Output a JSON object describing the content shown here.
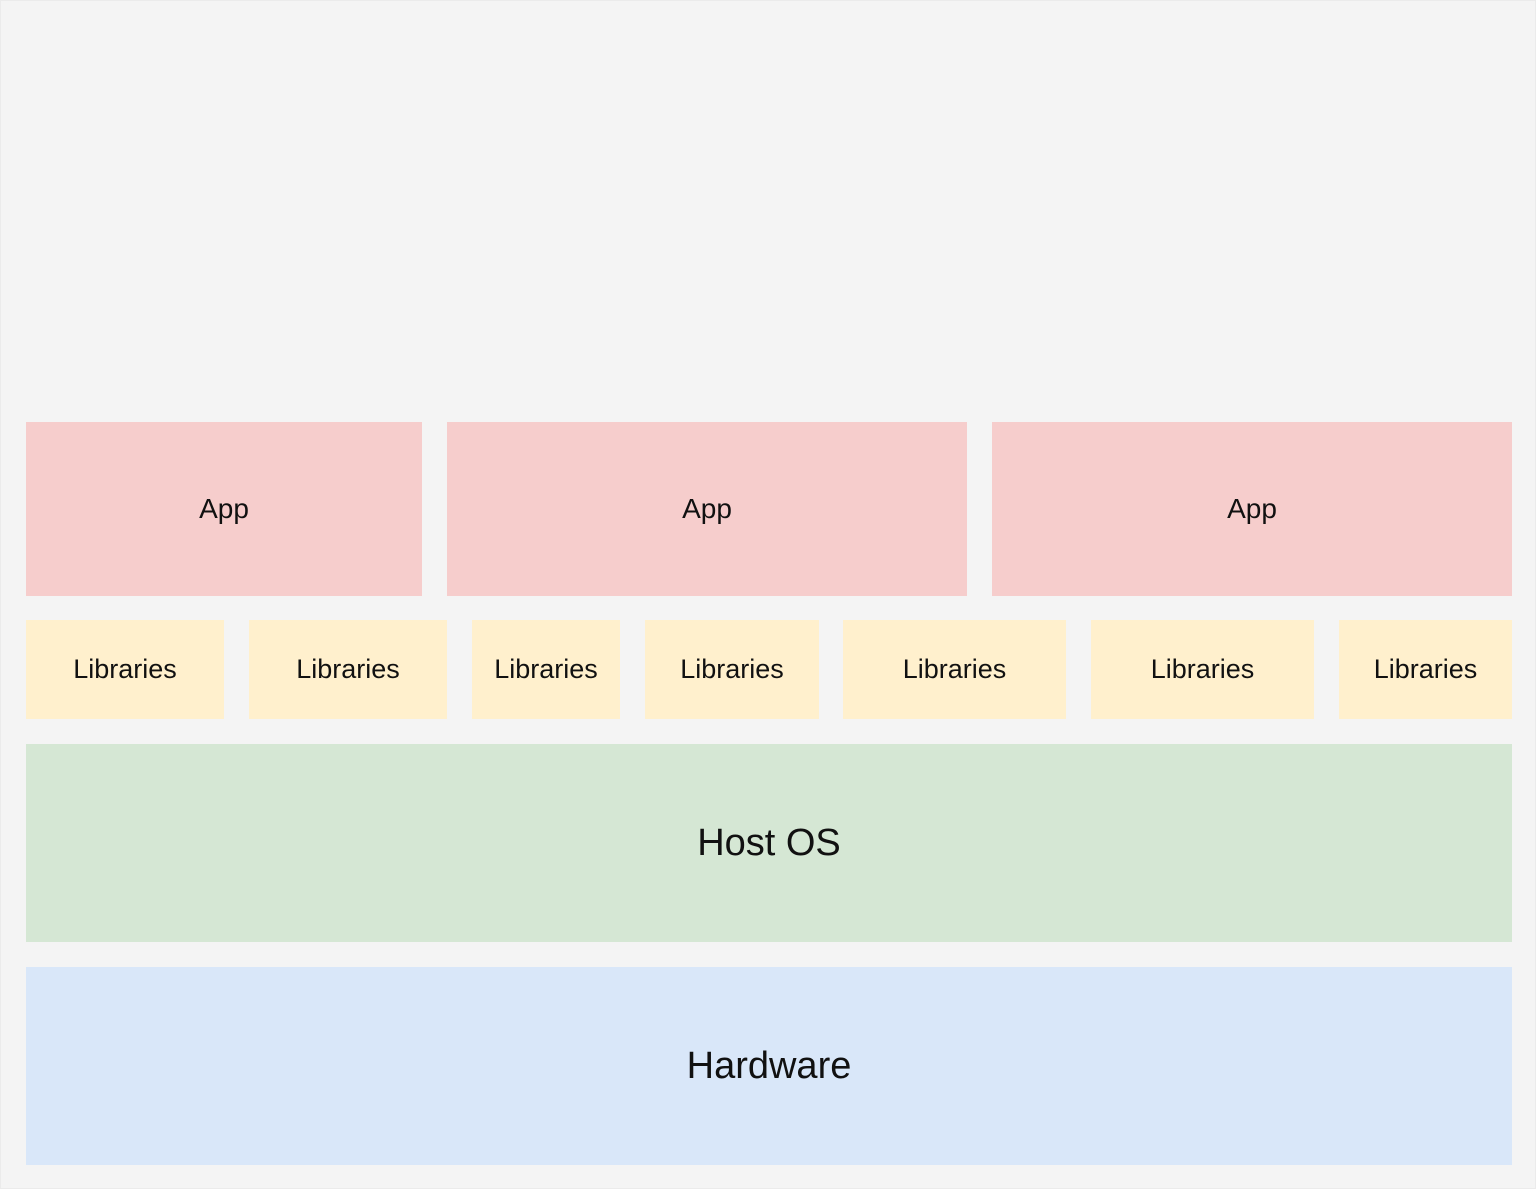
{
  "diagram": {
    "type": "layered-architecture",
    "colors": {
      "background": "#f4f4f4",
      "app": "#f6cdcc",
      "libraries": "#fff0cd",
      "host_os": "#d5e7d4",
      "hardware": "#d9e7f9"
    },
    "apps": [
      {
        "label": "App"
      },
      {
        "label": "App"
      },
      {
        "label": "App"
      }
    ],
    "libraries": [
      {
        "label": "Libraries"
      },
      {
        "label": "Libraries"
      },
      {
        "label": "Libraries"
      },
      {
        "label": "Libraries"
      },
      {
        "label": "Libraries"
      },
      {
        "label": "Libraries"
      },
      {
        "label": "Libraries"
      }
    ],
    "host_os": {
      "label": "Host OS"
    },
    "hardware": {
      "label": "Hardware"
    }
  }
}
